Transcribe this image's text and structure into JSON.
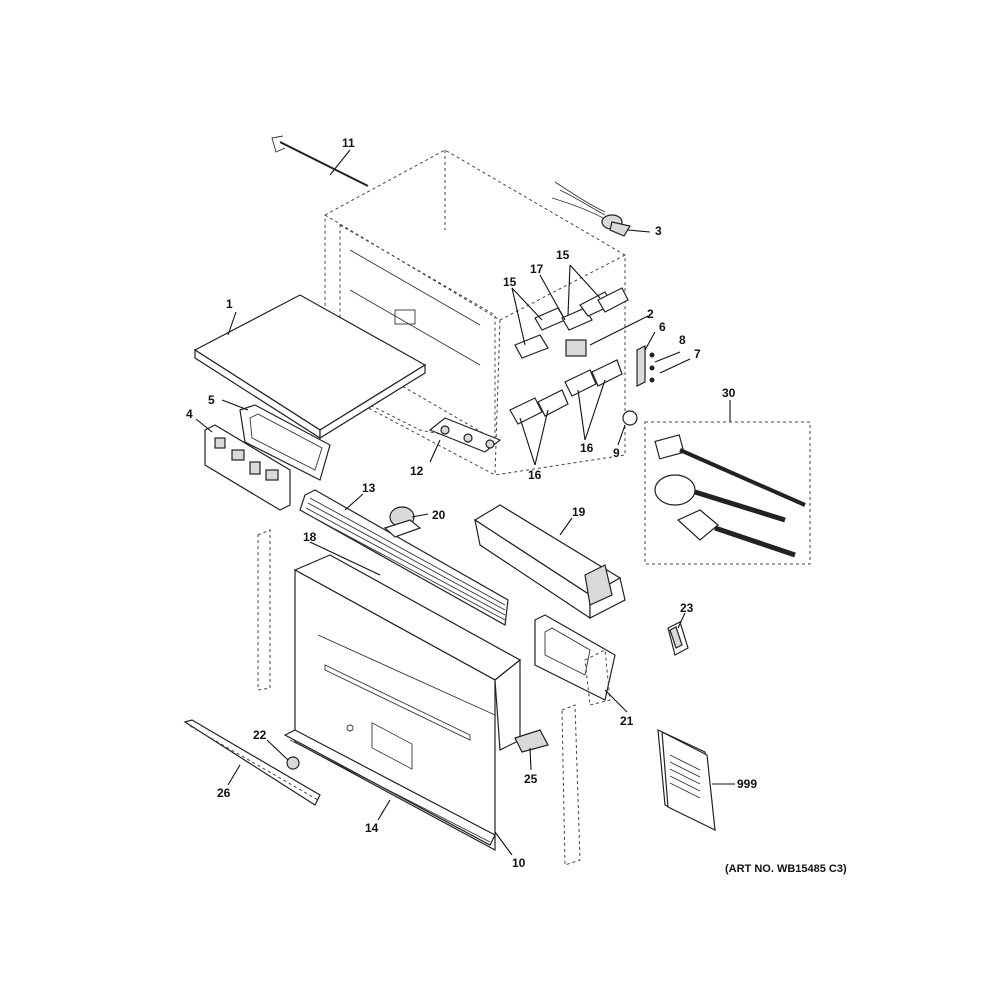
{
  "diagram": {
    "callouts": {
      "c1": "1",
      "c2": "2",
      "c3": "3",
      "c4": "4",
      "c5": "5",
      "c6": "6",
      "c7": "7",
      "c8": "8",
      "c9": "9",
      "c10": "10",
      "c11": "11",
      "c12": "12",
      "c13": "13",
      "c14": "14",
      "c15a": "15",
      "c15b": "15",
      "c16a": "16",
      "c16b": "16",
      "c17": "17",
      "c18": "18",
      "c19": "19",
      "c20": "20",
      "c21": "21",
      "c22": "22",
      "c23": "23",
      "c25": "25",
      "c26": "26",
      "c30": "30",
      "c999": "999"
    },
    "art_number": "(ART NO. WB15485 C3)"
  }
}
